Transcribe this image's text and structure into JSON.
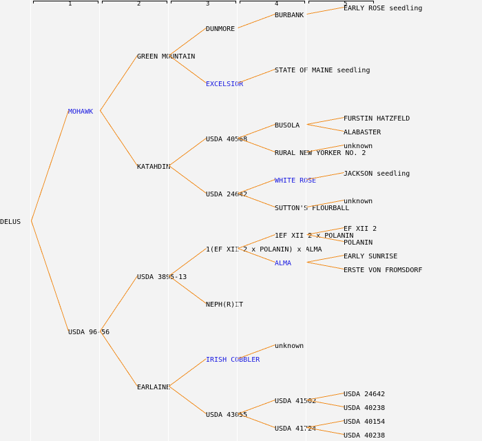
{
  "header": {
    "generation_labels": [
      "1",
      "2",
      "3",
      "4",
      "5"
    ]
  },
  "colors": {
    "background": "#f3f3f3",
    "column_divider": "#ffffff",
    "connector_line": "#f08c1e",
    "label_text": "#000000",
    "highlighted_label_text": "#1818e0"
  },
  "pedigree": {
    "name": "DELUS",
    "parents": [
      {
        "name": "MOHAWK",
        "highlighted": true,
        "parents": [
          {
            "name": "GREEN MOUNTAIN",
            "parents": [
              {
                "name": "DUNMORE",
                "parents": [
                  {
                    "name": "BURBANK",
                    "parents": [
                      {
                        "name": "EARLY ROSE seedling"
                      },
                      null
                    ]
                  },
                  null
                ]
              },
              {
                "name": "EXCELSIOR",
                "highlighted": true,
                "parents": [
                  {
                    "name": "STATE OF MAINE seedling"
                  },
                  null
                ]
              }
            ]
          },
          {
            "name": "KATAHDIN",
            "parents": [
              {
                "name": "USDA 40568",
                "parents": [
                  {
                    "name": "BUSOLA",
                    "parents": [
                      {
                        "name": "FURSTIN HATZFELD"
                      },
                      {
                        "name": "ALABASTER"
                      }
                    ]
                  },
                  {
                    "name": "RURAL NEW YORKER NO. 2",
                    "parents": [
                      {
                        "name": "unknown"
                      },
                      null
                    ]
                  }
                ]
              },
              {
                "name": "USDA 24642",
                "parents": [
                  {
                    "name": "WHITE ROSE",
                    "highlighted": true,
                    "parents": [
                      {
                        "name": "JACKSON seedling"
                      },
                      null
                    ]
                  },
                  {
                    "name": "SUTTON'S FLOURBALL",
                    "parents": [
                      {
                        "name": "unknown"
                      },
                      null
                    ]
                  }
                ]
              }
            ]
          }
        ]
      },
      {
        "name": "USDA 96-56",
        "parents": [
          {
            "name": "USDA 3895-13",
            "parents": [
              {
                "name": "1(EF XII 2 x POLANIN) x ALMA",
                "parents": [
                  {
                    "name": "1EF XII 2 x POLANIN",
                    "parents": [
                      {
                        "name": "EF XII 2"
                      },
                      {
                        "name": "POLANIN"
                      }
                    ]
                  },
                  {
                    "name": "ALMA",
                    "highlighted": true,
                    "parents": [
                      {
                        "name": "EARLY SUNRISE"
                      },
                      {
                        "name": "ERSTE VON FROMSDORF"
                      }
                    ]
                  }
                ]
              },
              {
                "name": "NEPH(R)IT"
              }
            ]
          },
          {
            "name": "EARLAINE",
            "parents": [
              {
                "name": "IRISH COBBLER",
                "highlighted": true,
                "parents": [
                  {
                    "name": "unknown"
                  },
                  null
                ]
              },
              {
                "name": "USDA 43055",
                "parents": [
                  {
                    "name": "USDA 41502",
                    "parents": [
                      {
                        "name": "USDA 24642"
                      },
                      {
                        "name": "USDA 40238"
                      }
                    ]
                  },
                  {
                    "name": "USDA 41724",
                    "parents": [
                      {
                        "name": "USDA 40154"
                      },
                      {
                        "name": "USDA 40238"
                      }
                    ]
                  }
                ]
              }
            ]
          }
        ]
      }
    ]
  }
}
